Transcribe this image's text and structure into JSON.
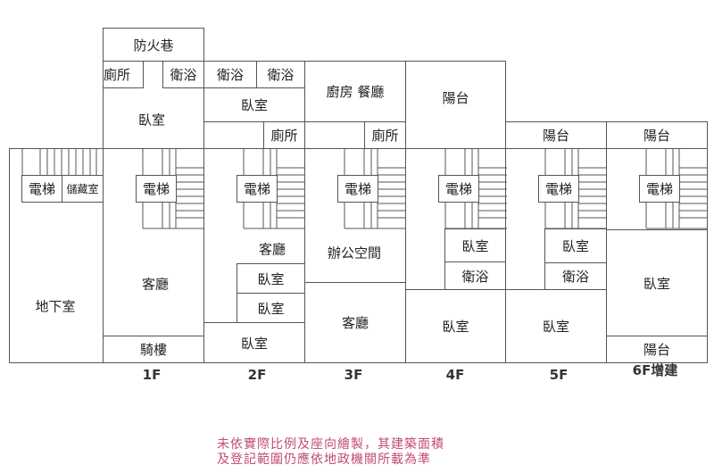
{
  "rooms": {
    "fire_lane": "防火巷",
    "toilet": "廁所",
    "bath": "衛浴",
    "bedroom": "臥室",
    "kitchen_dining": "廚房 餐廳",
    "balcony": "陽台",
    "elevator": "電梯",
    "storage": "儲藏室",
    "basement": "地下室",
    "living": "客廳",
    "arcade": "騎樓",
    "office": "辦公空間"
  },
  "floors": [
    "1F",
    "2F",
    "3F",
    "4F",
    "5F",
    "6F增建"
  ],
  "note": {
    "line1": "未依實際比例及座向繪製，其建築面積",
    "line2": "及登記範圍仍應依地政機關所載為準"
  },
  "colors": {
    "line": "#555555",
    "note": "#c04a78"
  }
}
